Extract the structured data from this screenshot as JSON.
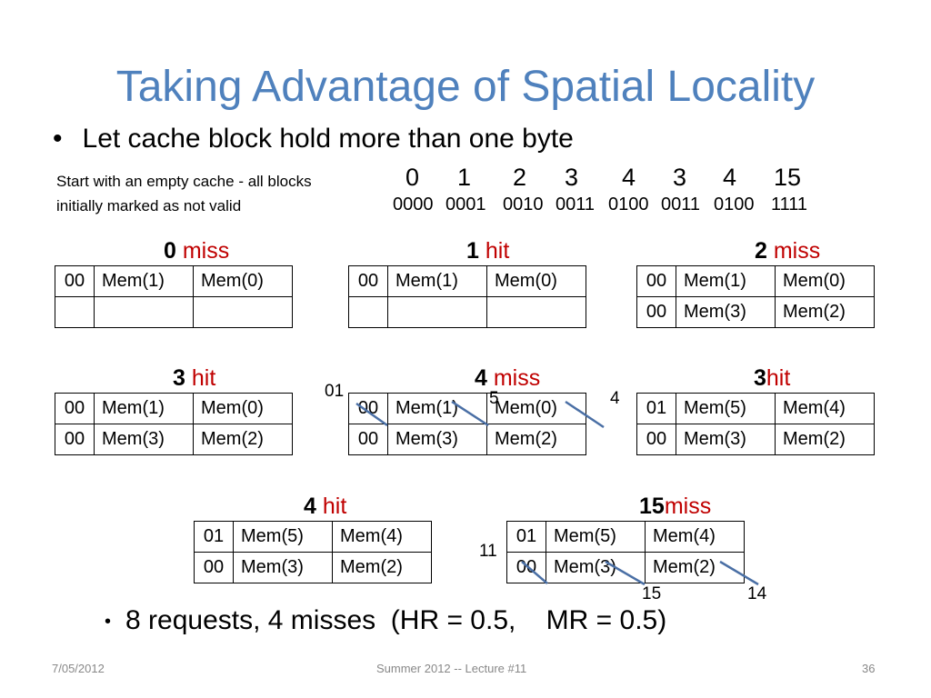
{
  "title": "Taking Advantage of Spatial Locality",
  "bullet_main": "Let cache block hold more than one byte",
  "bullet_glyph": "•",
  "note": {
    "line1": "Start with an empty cache - all blocks",
    "line2": "initially marked as not valid"
  },
  "addresses": {
    "decimal": [
      "0",
      "1",
      "2",
      "3",
      "4",
      "3",
      "4",
      "15"
    ],
    "binary": [
      "0000",
      "0001",
      "0010",
      "0011",
      "0100",
      "0011",
      "0100",
      "1111"
    ]
  },
  "steps": [
    {
      "num": "0",
      "result": "miss",
      "rows": [
        [
          "00",
          "Mem(1)",
          "Mem(0)"
        ],
        [
          "",
          "",
          ""
        ]
      ]
    },
    {
      "num": "1",
      "result": "hit",
      "rows": [
        [
          "00",
          "Mem(1)",
          "Mem(0)"
        ],
        [
          "",
          "",
          ""
        ]
      ]
    },
    {
      "num": "2",
      "result": "miss",
      "rows": [
        [
          "00",
          "Mem(1)",
          "Mem(0)"
        ],
        [
          "00",
          "Mem(3)",
          "Mem(2)"
        ]
      ]
    },
    {
      "num": "3",
      "result": "hit",
      "rows": [
        [
          "00",
          "Mem(1)",
          "Mem(0)"
        ],
        [
          "00",
          "Mem(3)",
          "Mem(2)"
        ]
      ]
    },
    {
      "num": "4",
      "result": "miss",
      "rows": [
        [
          "00",
          "Mem(1)",
          "Mem(0)"
        ],
        [
          "00",
          "Mem(3)",
          "Mem(2)"
        ]
      ]
    },
    {
      "num": "3",
      "result": "hit",
      "rows": [
        [
          "01",
          "Mem(5)",
          "Mem(4)"
        ],
        [
          "00",
          "Mem(3)",
          "Mem(2)"
        ]
      ]
    },
    {
      "num": "4",
      "result": "hit",
      "rows": [
        [
          "01",
          "Mem(5)",
          "Mem(4)"
        ],
        [
          "00",
          "Mem(3)",
          "Mem(2)"
        ]
      ]
    },
    {
      "num": "15",
      "result": "miss",
      "rows": [
        [
          "01",
          "Mem(5)",
          "Mem(4)"
        ],
        [
          "00",
          "Mem(3)",
          "Mem(2)"
        ]
      ]
    }
  ],
  "annotations": {
    "step5_tag": "01",
    "step5_mem1": "5",
    "step5_mem0": "4",
    "step8_tag": "11",
    "step8_mem3": "15",
    "step8_mem2": "14"
  },
  "summary": "8 requests, 4 misses  (HR = 0.5,    MR = 0.5)",
  "footer": {
    "date": "7/05/2012",
    "course": "Summer 2012 -- Lecture #11",
    "page": "36"
  },
  "colors": {
    "title": "#4f81bd",
    "result": "#c00000",
    "strike": "#4a6fa5"
  }
}
